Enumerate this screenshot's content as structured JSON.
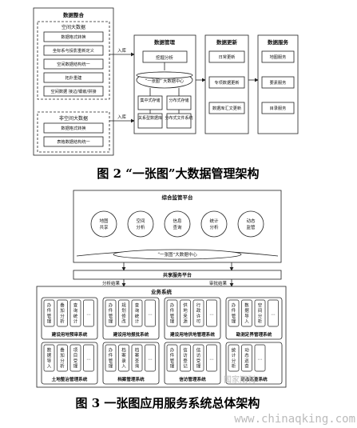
{
  "fig2": {
    "caption": "图 2 “一张图”大数据管理架构",
    "integration": {
      "title": "数据整合",
      "spatial": {
        "title": "空间大数据",
        "items": [
          "数据格式转换",
          "坐标系与投影重新定义",
          "空间数据结构统一",
          "拓扑重建",
          "空间数据 接边/镶嵌/拼接"
        ]
      },
      "nonspatial": {
        "title": "非空间大数据",
        "items": [
          "数据格式转换",
          "表格数据结构统一"
        ]
      }
    },
    "inbound_labels": [
      "入库",
      "入库"
    ],
    "management": {
      "title": "数据管理",
      "mining": "挖掘分析",
      "center": "“一张图” 大数据中心",
      "centralized": "集中式存储",
      "distributed": "分布式存储",
      "relational_db": "关系型数据库",
      "distributed_fs": "分布式文件系统"
    },
    "update": {
      "title": "数据更新",
      "items": [
        "日常更新",
        "专项数据更新",
        "数据库汇文更新"
      ]
    },
    "service": {
      "title": "数据服务",
      "items": [
        "地图服务",
        "要素服务",
        "目录服务"
      ]
    }
  },
  "fig3": {
    "caption": "图 3 一张图应用服务系统总体架构",
    "platform": {
      "title": "综合监管平台",
      "circles": [
        "地图共享",
        "空间分析",
        "信息查询",
        "统计分析",
        "动态监管"
      ],
      "center": "“一张图”大数据中心"
    },
    "shared": {
      "title": "共享服务平台",
      "left": "分析结果",
      "right": "审批结果"
    },
    "business": {
      "title": "业务系统",
      "systems": [
        {
          "name": "建设用地预审系统",
          "modules": [
            "办件管理",
            "叠加分析",
            "查询统计",
            "…"
          ]
        },
        {
          "name": "建设用地报批系统",
          "modules": [
            "办件管理",
            "规划修改",
            "查询统计",
            "…"
          ]
        },
        {
          "name": "建设用地供地管理系统",
          "modules": [
            "办件管理",
            "供地来源",
            "行政许可",
            "…"
          ]
        },
        {
          "name": "勘测定界管理系统",
          "modules": [
            "办件管理",
            "数据导入",
            "空间分析",
            "…"
          ]
        },
        {
          "name": "土地整治管理系统",
          "modules": [
            "数据导入",
            "叠加分析",
            "项目受理",
            "…"
          ]
        },
        {
          "name": "档案管理系统",
          "modules": [
            "办件管理",
            "档案录入",
            "档案查询",
            "…"
          ]
        },
        {
          "name": "信访管理系统",
          "modules": [
            "办件管理",
            "信访登记",
            "信访受理",
            "…"
          ]
        },
        {
          "name": "动态巡查系统",
          "modules": [
            "统计分析",
            "动态巡查",
            "…"
          ]
        }
      ]
    }
  },
  "watermark": "www.chinaqking.com"
}
